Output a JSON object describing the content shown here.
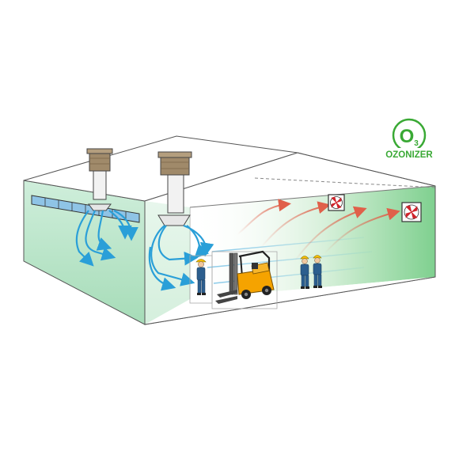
{
  "badge": {
    "formula_main": "O",
    "formula_sub": "3",
    "label": "OZONIZER",
    "color": "#3aa935"
  },
  "colors": {
    "cool_air": "#2a9fd8",
    "warm_air": "#e0604a",
    "wall_tint": "#b9e3c6",
    "outline": "#555555",
    "forklift": "#f5a300",
    "fan_blades": "#d0232a",
    "cooler_body": "#a08a6a"
  },
  "icons": [
    "evaporative-cooler-icon",
    "exhaust-fan-icon",
    "forklift-icon",
    "worker-icon",
    "ozonizer-icon"
  ]
}
